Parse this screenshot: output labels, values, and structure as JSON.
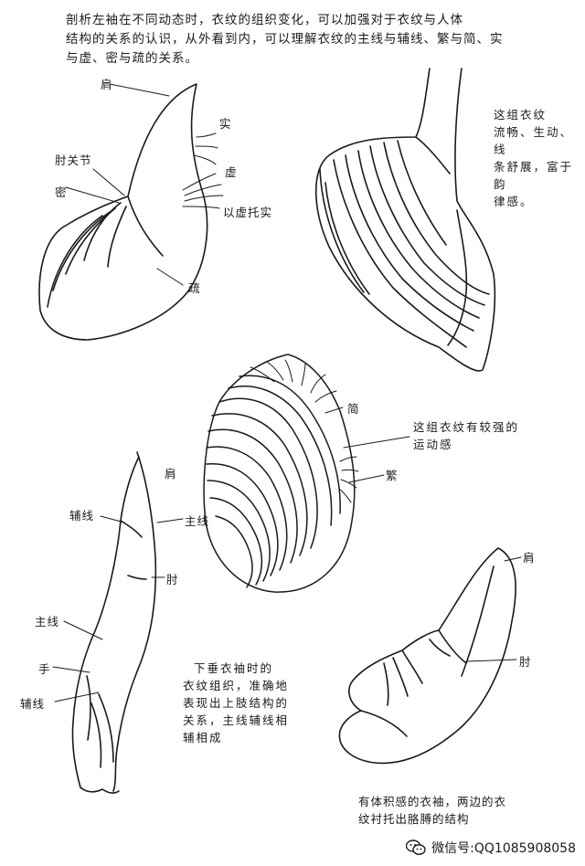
{
  "intro": {
    "lines": [
      "剖析左袖在不同动态时，衣纹的组织变化，可以加强对于衣纹与人体",
      "结构的关系的认识，从外看到内，可以理解衣纹的主线与辅线、繁与简、实",
      "与虚、密与疏的关系。"
    ]
  },
  "fig1": {
    "shoulder": "肩",
    "solid": "实",
    "elbow_joint": "肘关节",
    "void": "虚",
    "dense": "密",
    "void_supports_solid": "以虚托实",
    "sparse": "疏"
  },
  "fig2": {
    "note_lines": [
      "这组衣纹",
      "流畅、生动、线",
      "条舒展，富于韵",
      "律感。"
    ]
  },
  "fig3": {
    "simple": "简",
    "complex": "繁",
    "note_lines": [
      "这组衣纹有较强的",
      "运动感"
    ]
  },
  "fig4": {
    "shoulder": "肩",
    "aux_line_top": "辅线",
    "main_line_right": "主线",
    "elbow": "肘",
    "main_line_left": "主线",
    "hand": "手",
    "aux_line_bottom": "辅线",
    "note_lines": [
      "下垂衣袖时的",
      "衣纹组织，准确地",
      "表现出上肢结构的",
      "关系，主线辅线相",
      "辅相成"
    ]
  },
  "fig5": {
    "shoulder": "肩",
    "elbow": "肘",
    "caption_lines": [
      "有体积感的衣袖，两边的衣",
      "纹衬托出胳膊的结构"
    ]
  },
  "watermark": {
    "icon": "wechat-icon",
    "text": "微信号:QQ1085908058"
  }
}
